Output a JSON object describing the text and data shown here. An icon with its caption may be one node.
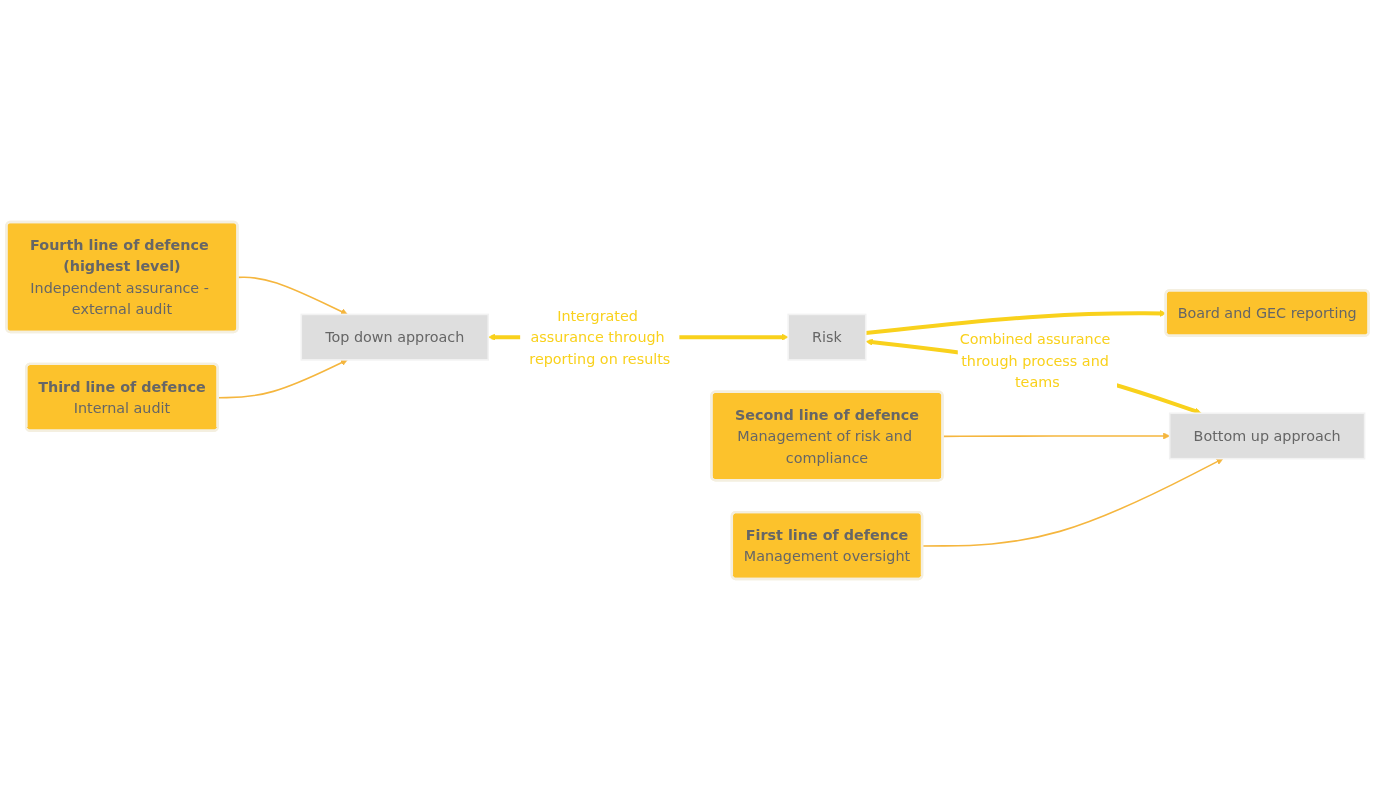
{
  "diagram": {
    "nodes": [
      {
        "text": [
          "Fourth line of defence (highest level)",
          "Independent assurance - external audit"
        ]
      },
      {
        "text": [
          "Top down approach"
        ]
      },
      {
        "text": [
          "Third line of defence",
          "Internal audit"
        ]
      },
      {
        "text": [
          "Risk"
        ]
      },
      {
        "text": [
          "Board and GEC reporting"
        ]
      },
      {
        "text": [
          "Second line of defence",
          "Management of risk and compliance"
        ]
      },
      {
        "text": [
          "Bottom up approach"
        ]
      },
      {
        "text": [
          "First line of defence",
          "Management oversight"
        ]
      }
    ],
    "edges": [
      {
        "from": 0,
        "to": 1,
        "arrow": "to"
      },
      {
        "from": 2,
        "to": 1,
        "arrow": "to"
      },
      {
        "from": 1,
        "to": 3,
        "arrow": "both",
        "label": "Intergrated assurance through reporting on results",
        "style": "thick",
        "color": "#f9d11c"
      },
      {
        "from": 3,
        "to": 4,
        "arrow": "to",
        "style": "thick",
        "color": "#f9d11c"
      },
      {
        "from": 3,
        "to": 6,
        "arrow": "both",
        "label": "Combined assurance through process and teams",
        "style": "thick",
        "color": "#f9d11c"
      },
      {
        "from": 5,
        "to": 6,
        "arrow": "to"
      },
      {
        "from": 7,
        "to": 6,
        "arrow": "to"
      }
    ]
  }
}
